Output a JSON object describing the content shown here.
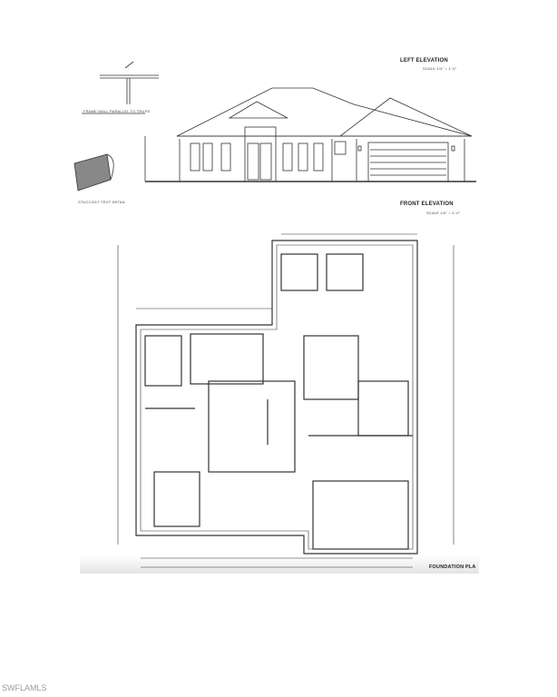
{
  "drawing": {
    "left_elevation_title": "LEFT ELEVATION",
    "front_elevation_title": "FRONT ELEVATION",
    "scale_note": "SCALE 1/4\" = 1'-0\"",
    "frame_wall_detail": "FRAME WALL PARALLEL TO TRUSS",
    "stucco_detail": "STUCCO/LT TEXT DETAIL",
    "foundation_plan_title": "FOUNDATION PLA"
  },
  "watermark": "SWFLAMLS"
}
